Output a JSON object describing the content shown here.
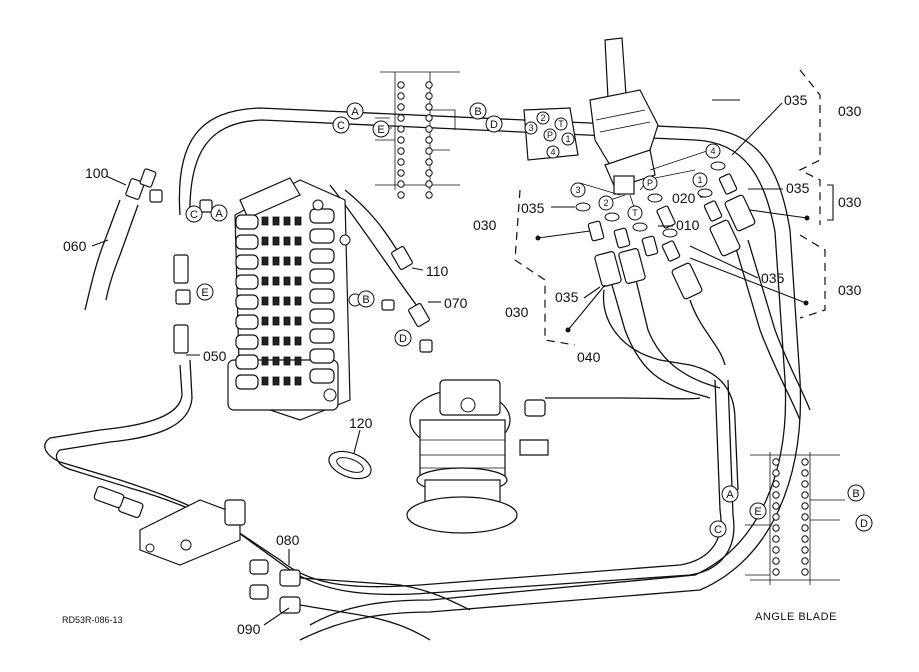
{
  "parts": {
    "p010": "010",
    "p020": "020",
    "p030_a": "030",
    "p030_b": "030",
    "p030_c": "030",
    "p030_d": "030",
    "p030_e": "030",
    "p035_a": "035",
    "p035_b": "035",
    "p035_c": "035",
    "p035_d": "035",
    "p035_e": "035",
    "p040": "040",
    "p050": "050",
    "p060": "060",
    "p070": "070",
    "p080": "080",
    "p090": "090",
    "p100": "100",
    "p110": "110",
    "p120": "120"
  },
  "ports": {
    "A": "A",
    "B": "B",
    "C": "C",
    "D": "D",
    "E": "E",
    "P": "P",
    "T": "T",
    "n1": "1",
    "n2": "2",
    "n3": "3",
    "n4": "4"
  },
  "caption": "ANGLE BLADE",
  "reference_code": "RD53R-086-13"
}
